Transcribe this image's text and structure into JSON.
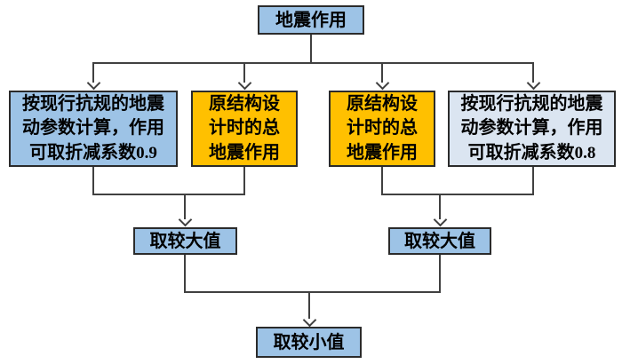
{
  "nodes": {
    "top": {
      "label": "地震作用",
      "fill": "#9DC3E6"
    },
    "calc_left": {
      "lines": [
        "按现行抗规的地震",
        "动参数计算，作用",
        "可取折减系数"
      ],
      "factor": "0.9",
      "fill": "#9DC3E6"
    },
    "orig_left": {
      "lines": [
        "原结构设",
        "计时的总",
        "地震作用"
      ],
      "fill": "#FFC000"
    },
    "orig_right": {
      "lines": [
        "原结构设",
        "计时的总",
        "地震作用"
      ],
      "fill": "#FFC000"
    },
    "calc_right": {
      "lines": [
        "按现行抗规的地震",
        "动参数计算，作用",
        "可取折减系数"
      ],
      "factor": "0.8",
      "fill": "#DBE5F1"
    },
    "max_left": {
      "label": "取较大值",
      "fill": "#9DC3E6"
    },
    "max_right": {
      "label": "取较大值",
      "fill": "#9DC3E6"
    },
    "min": {
      "label": "取较小值",
      "fill": "#9DC3E6"
    }
  },
  "style": {
    "connector_color": "#404040",
    "border_color": "#2B2B2B",
    "background": "#FFFFFF",
    "text_color": "#000000"
  }
}
